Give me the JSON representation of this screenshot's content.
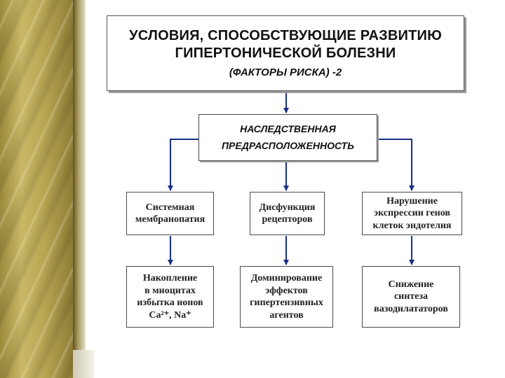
{
  "title": {
    "line1": "УСЛОВИЯ, СПОСОБСТВУЮЩИЕ РАЗВИТИЮ",
    "line2": "ГИПЕРТОНИЧЕСКОЙ БОЛЕЗНИ",
    "subtitle": "(ФАКТОРЫ РИСКА) -2"
  },
  "root": {
    "line1": "НАСЛЕДСТВЕННАЯ",
    "line2": "ПРЕДРАСПОЛОЖЕННОСТЬ"
  },
  "level1": [
    {
      "lines": [
        "Системная",
        "мембранопатия"
      ]
    },
    {
      "lines": [
        "Дисфункция",
        "рецепторов"
      ]
    },
    {
      "lines": [
        "Нарушение",
        "экспрессии генов",
        "клеток эндотелия"
      ]
    }
  ],
  "level2": [
    {
      "lines": [
        "Накопление",
        "в миоцитах",
        "избытка ионов",
        "Ca²⁺, Na⁺"
      ]
    },
    {
      "lines": [
        "Доминирование",
        "эффектов",
        "гипертензивных",
        "агентов"
      ]
    },
    {
      "lines": [
        "Снижение",
        "синтеза",
        "вазодилататоров"
      ]
    }
  ],
  "colors": {
    "arrow": "#1a2f8a",
    "border": "#4a4a4a"
  }
}
